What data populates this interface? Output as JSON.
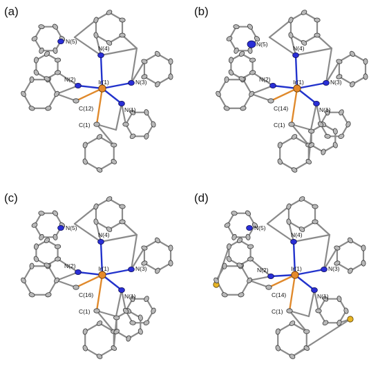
{
  "panels": [
    {
      "label": "(a)",
      "ir": "Ir(1)",
      "atoms": {
        "n1": "N(1)",
        "n2": "N(2)",
        "n3": "N(3)",
        "n4": "N(4)",
        "n5": "N(5)",
        "c1": "C(1)",
        "cx": "C(12)"
      },
      "has_sulfur": false
    },
    {
      "label": "(b)",
      "ir": "Ir(1)",
      "atoms": {
        "n1": "N(1)",
        "n2": "N(2)",
        "n3": "N(3)",
        "n4": "N(4)",
        "n5": "N(5)",
        "c1": "C(1)",
        "cx": "C(14)"
      },
      "has_sulfur": false
    },
    {
      "label": "(c)",
      "ir": "Ir(1)",
      "atoms": {
        "n1": "N(1)",
        "n2": "N(2)",
        "n3": "N(3)",
        "n4": "N(4)",
        "n5": "N(5)",
        "c1": "C(1)",
        "cx": "C(16)"
      },
      "has_sulfur": false
    },
    {
      "label": "(d)",
      "ir": "Ir(1)",
      "atoms": {
        "n1": "N(1)",
        "n2": "N(2)",
        "n3": "N(3)",
        "n4": "N(4)",
        "n5": "N(5)",
        "c1": "C(1)",
        "cx": "C(14)"
      },
      "has_sulfur": true
    }
  ],
  "colors": {
    "carbon": "#b9b9b9",
    "nitrogen": "#2a2fd6",
    "iridium": "#e58a2a",
    "sulfur": "#e8b526",
    "bond": "#8a8a8a"
  }
}
